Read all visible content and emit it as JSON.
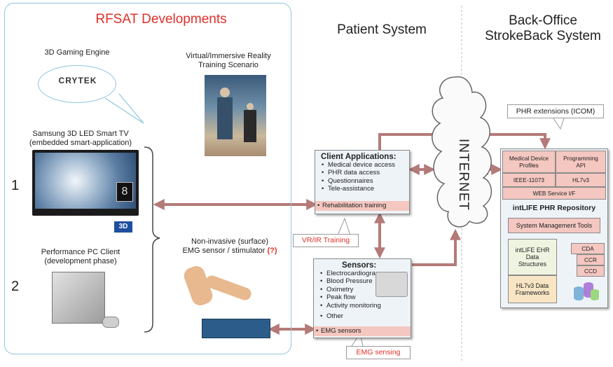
{
  "rfsat": {
    "title": "RFSAT Developments",
    "gaming_engine": "3D Gaming Engine",
    "crytek_logo": "CRYTEK",
    "vr_scenario": [
      "Virtual/Immersive Reality",
      "Training Scenario"
    ],
    "tv_label": [
      "Samsung 3D LED Smart TV",
      "(embedded smart-application)"
    ],
    "tv_badge": "8",
    "tv_3d_badge": "3D",
    "pc_label": [
      "Performance PC Client",
      "(development phase)"
    ],
    "option_1": "1",
    "option_2": "2",
    "emg_label_line1": "Non-invasive (surface)",
    "emg_label_line2": "EMG sensor / stimulator",
    "emg_question": "(?)"
  },
  "patient": {
    "title": "Patient System",
    "client_apps": {
      "title": "Client Applications:",
      "items": [
        "Medical device access",
        "PHR data access",
        "Questionnaires",
        "Tele-assistance"
      ],
      "highlight": "Rehabilitation training"
    },
    "vr_callout": "VR/IR Training",
    "sensors": {
      "title": "Sensors:",
      "items": [
        "Electrocardiogram",
        "Blood Pressure",
        "Oximetry",
        "Peak flow",
        "Activity monitoring"
      ],
      "other": "Other",
      "highlight": "EMG sensors"
    },
    "emg_callout": "EMG sensing"
  },
  "internet": "INTERNET",
  "backoffice": {
    "title": [
      "Back-Office",
      "StrokeBack System"
    ],
    "phr_ext_callout": "PHR extensions (ICOM)",
    "cells": {
      "medical_device_profiles": [
        "Medical Device",
        "Profiles"
      ],
      "programming_api": [
        "Programming",
        "API"
      ],
      "ieee": "IEEE-11073",
      "hl7v3": "HL7v3",
      "web_service": "WEB Service I/F",
      "repository_title": "intLIFE PHR Repository",
      "system_mgmt": "System Management Tools",
      "ehr_structures": [
        "intLIFE EHR",
        "Data",
        "Structures"
      ],
      "hl7_frameworks": [
        "HL7v3 Data",
        "Frameworks"
      ],
      "cda": "CDA",
      "ccr": "CCR",
      "ccd": "CCD"
    }
  },
  "colors": {
    "accent_red": "#e0302a",
    "arrow": "#b47a78",
    "panel_border": "#8fc4e0",
    "pink": "#f4c7c0"
  }
}
